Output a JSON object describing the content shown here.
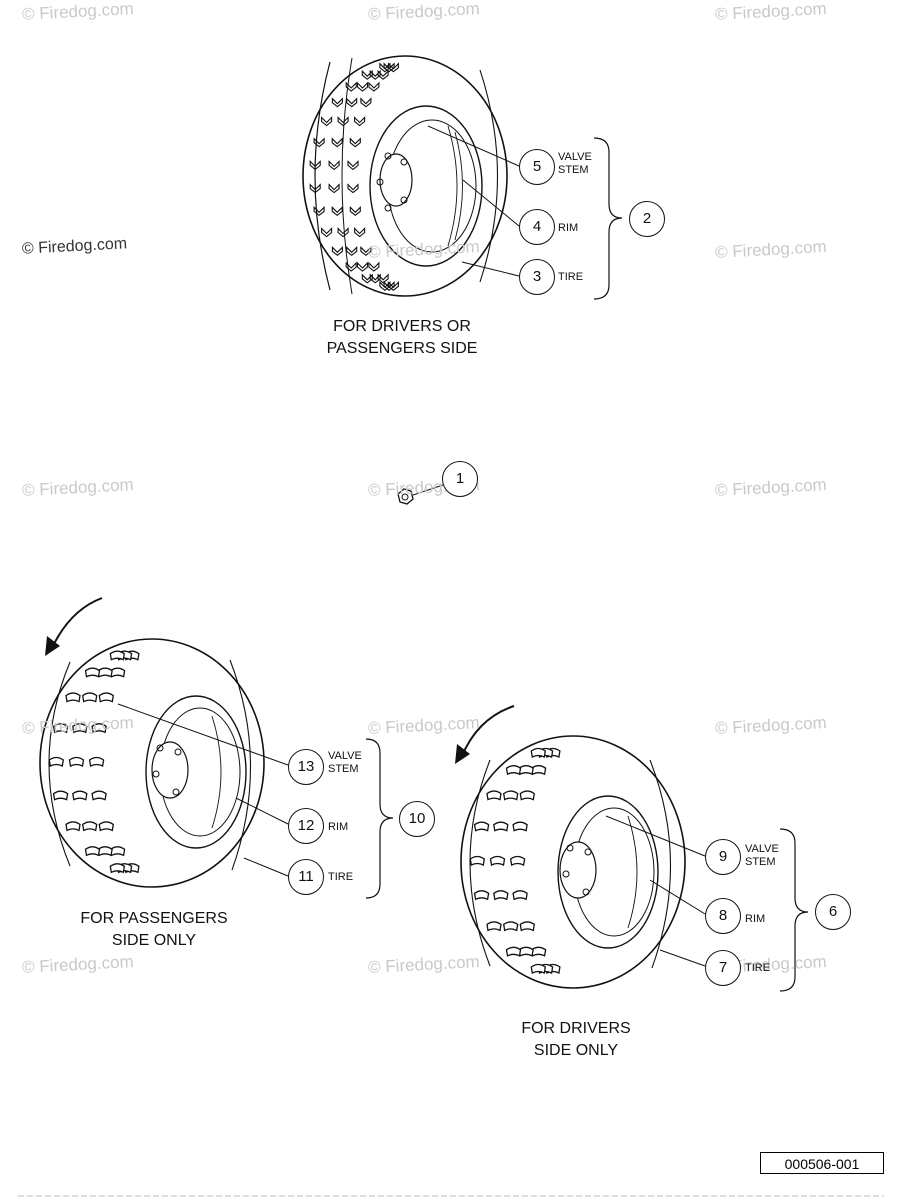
{
  "watermark": {
    "text": "© Firedog.com"
  },
  "assembly_top": {
    "caption_line1": "FOR DRIVERS OR",
    "caption_line2": "PASSENGERS SIDE",
    "group_number": "2",
    "parts": [
      {
        "num": "5",
        "label_line1": "VALVE",
        "label_line2": "STEM"
      },
      {
        "num": "4",
        "label_line1": "RIM",
        "label_line2": ""
      },
      {
        "num": "3",
        "label_line1": "TIRE",
        "label_line2": ""
      }
    ]
  },
  "nut": {
    "num": "1"
  },
  "assembly_left": {
    "caption_line1": "FOR PASSENGERS",
    "caption_line2": "SIDE ONLY",
    "group_number": "10",
    "parts": [
      {
        "num": "13",
        "label_line1": "VALVE",
        "label_line2": "STEM"
      },
      {
        "num": "12",
        "label_line1": "RIM",
        "label_line2": ""
      },
      {
        "num": "11",
        "label_line1": "TIRE",
        "label_line2": ""
      }
    ]
  },
  "assembly_right": {
    "caption_line1": "FOR DRIVERS",
    "caption_line2": "SIDE ONLY",
    "group_number": "6",
    "parts": [
      {
        "num": "9",
        "label_line1": "VALVE",
        "label_line2": "STEM"
      },
      {
        "num": "8",
        "label_line1": "RIM",
        "label_line2": ""
      },
      {
        "num": "7",
        "label_line1": "TIRE",
        "label_line2": ""
      }
    ]
  },
  "document_number": "000506-001"
}
